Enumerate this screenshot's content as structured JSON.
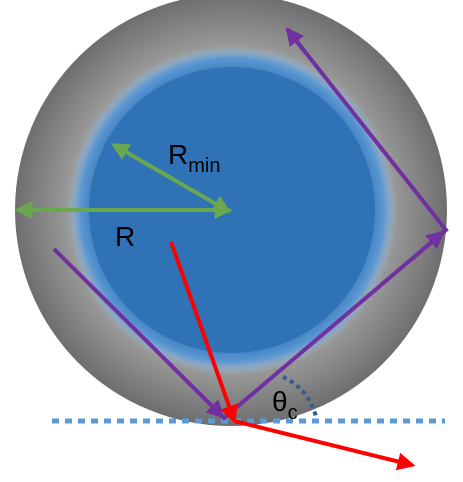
{
  "labels": {
    "rmin_main": "R",
    "rmin_sub": "min",
    "r": "R",
    "theta_main": "θ",
    "theta_sub": "c"
  },
  "colors": {
    "outer_center": "#d2d2d2",
    "outer_edge": "#707070",
    "core": "#2f72b6",
    "core_glow": "#8cbce6",
    "green_arrow": "#6aa84f",
    "purple_path": "#7030a0",
    "red_ray": "#ff0000",
    "boundary": "#5b9bd5",
    "angle_arc": "#2f5f8f"
  },
  "icons": {
    "r_arrow": "double-arrow-icon",
    "rmin_arrow": "double-arrow-icon",
    "whispering_path": "reflection-path-icon",
    "incident_ray": "arrow-icon",
    "refracted_ray": "arrow-icon"
  }
}
